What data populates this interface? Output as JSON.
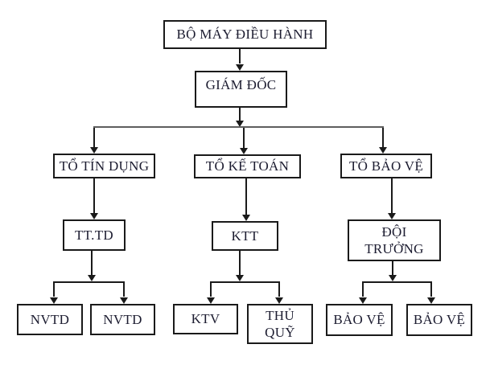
{
  "colors": {
    "background": "#ffffff",
    "border": "#1a1a1a",
    "line": "#1a1a1a",
    "bus_line": "#5e5e5e",
    "text": "#1c1c30"
  },
  "nodes": {
    "root": {
      "label": "BỘ MÁY ĐIỀU HÀNH"
    },
    "giam_doc": {
      "label": "GIÁM ĐỐC"
    },
    "to_tin_dung": {
      "label": "TỔ TÍN DỤNG"
    },
    "to_ke_toan": {
      "label": "TỔ KẾ TOÁN"
    },
    "to_bao_ve": {
      "label": "TỔ BẢO VỆ"
    },
    "tt_td": {
      "label": "TT.TD"
    },
    "ktt": {
      "label": "KTT"
    },
    "doi_truong": {
      "label": "ĐỘI TRƯỞNG"
    },
    "nvtd_1": {
      "label": "NVTD"
    },
    "nvtd_2": {
      "label": "NVTD"
    },
    "ktv": {
      "label": "KTV"
    },
    "thu_quy": {
      "label": "THỦ QUỸ"
    },
    "bao_ve_1": {
      "label": "BẢO VỆ"
    },
    "bao_ve_2": {
      "label": "BẢO VỆ"
    }
  },
  "hierarchy": {
    "type": "org-chart",
    "edges": [
      [
        "root",
        "giam_doc"
      ],
      [
        "giam_doc",
        "to_tin_dung"
      ],
      [
        "giam_doc",
        "to_ke_toan"
      ],
      [
        "giam_doc",
        "to_bao_ve"
      ],
      [
        "to_tin_dung",
        "tt_td"
      ],
      [
        "to_ke_toan",
        "ktt"
      ],
      [
        "to_bao_ve",
        "doi_truong"
      ],
      [
        "tt_td",
        "nvtd_1"
      ],
      [
        "tt_td",
        "nvtd_2"
      ],
      [
        "ktt",
        "ktv"
      ],
      [
        "ktt",
        "thu_quy"
      ],
      [
        "doi_truong",
        "bao_ve_1"
      ],
      [
        "doi_truong",
        "bao_ve_2"
      ]
    ]
  }
}
